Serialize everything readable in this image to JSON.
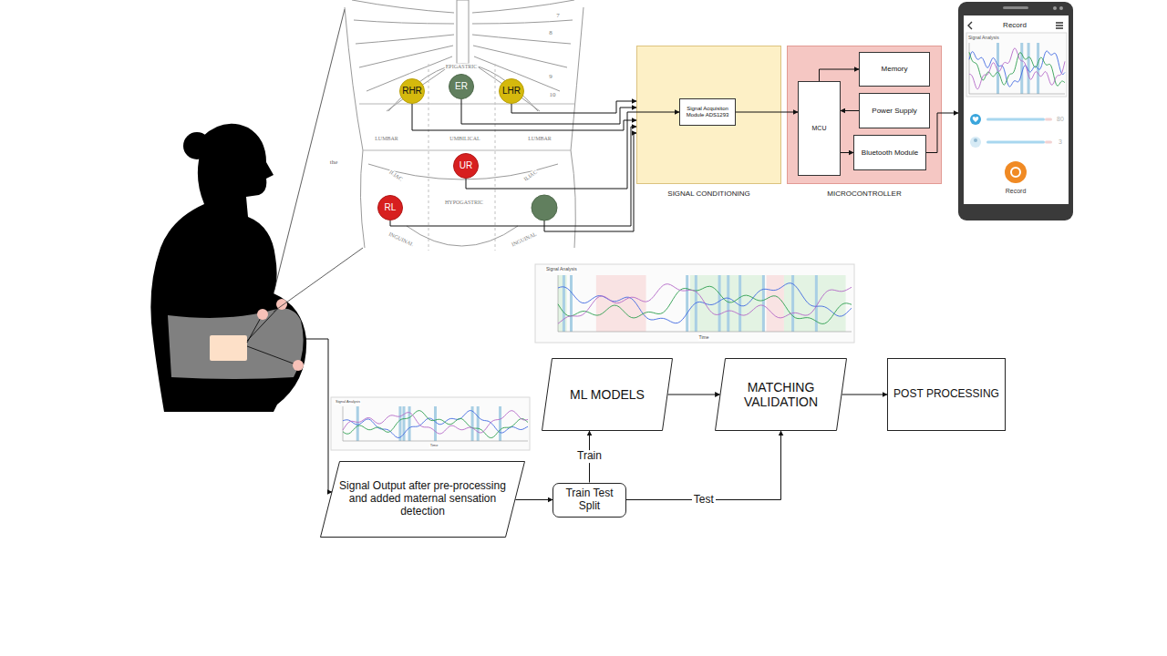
{
  "diagram": {
    "nodes": [
      {
        "text": [
          "RHR"
        ]
      },
      {
        "text": [
          "ER"
        ]
      },
      {
        "text": [
          "LHR"
        ]
      },
      {
        "text": [
          "UR"
        ]
      },
      {
        "text": [
          "RL"
        ]
      },
      {
        "text": [
          "SIGNAL CONDITIONING"
        ]
      },
      {
        "text": [
          "Signal Acquisiton Module ADS1293"
        ],
        "in": 5
      },
      {
        "text": [
          "MICROCONTROLLER"
        ]
      },
      {
        "text": [
          "MCU"
        ],
        "in": 7
      },
      {
        "text": [
          "Memory"
        ],
        "in": 7
      },
      {
        "text": [
          "Power Supply"
        ],
        "in": 7
      },
      {
        "text": [
          "Bluetooth Module"
        ],
        "in": 7
      },
      {
        "text": [
          "Record",
          "Signal Analysis",
          "80",
          "3",
          "Record"
        ]
      },
      {
        "text": [
          "ML MODELS"
        ]
      },
      {
        "text": [
          "MATCHING VALIDATION"
        ]
      },
      {
        "text": [
          "POST PROCESSING"
        ]
      },
      {
        "text": [
          "Signal Output after pre-processing and added maternal sensation detection"
        ]
      },
      {
        "text": [
          "Train Test Split"
        ]
      }
    ],
    "edges": [
      {
        "from": 0,
        "to": 5,
        "arrow": "to"
      },
      {
        "from": 1,
        "to": 5,
        "arrow": "to"
      },
      {
        "from": 2,
        "to": 5,
        "arrow": "to"
      },
      {
        "from": 3,
        "to": 6,
        "arrow": "to"
      },
      {
        "from": 4,
        "to": 5,
        "arrow": "to"
      },
      {
        "from": 6,
        "to": 8,
        "arrow": "to"
      },
      {
        "from": 8,
        "to": 9,
        "arrow": "to"
      },
      {
        "from": 10,
        "to": 8,
        "arrow": "to"
      },
      {
        "from": 8,
        "to": 11,
        "arrow": "to"
      },
      {
        "from": 11,
        "to": 12,
        "arrow": "to"
      },
      {
        "from": 16,
        "to": 17,
        "arrow": "to"
      },
      {
        "from": 17,
        "to": 13,
        "label": "Train",
        "arrow": "to"
      },
      {
        "from": 13,
        "to": 14,
        "arrow": "to"
      },
      {
        "from": 17,
        "to": 14,
        "label": "Test",
        "arrow": "to"
      },
      {
        "from": 14,
        "to": 15,
        "arrow": "to"
      }
    ],
    "labels": [
      "EPIGASTRIC",
      "LUMBAR",
      "UMBILICAL",
      "LUMBAR",
      "ILIAC",
      "HYPOGASTRIC",
      "ILIAC",
      "INGUINAL",
      "INGUINAL",
      "the",
      "7",
      "8",
      "9",
      "10",
      "Signal Analysis",
      "Time",
      "Signal Analysis",
      "Time"
    ]
  }
}
